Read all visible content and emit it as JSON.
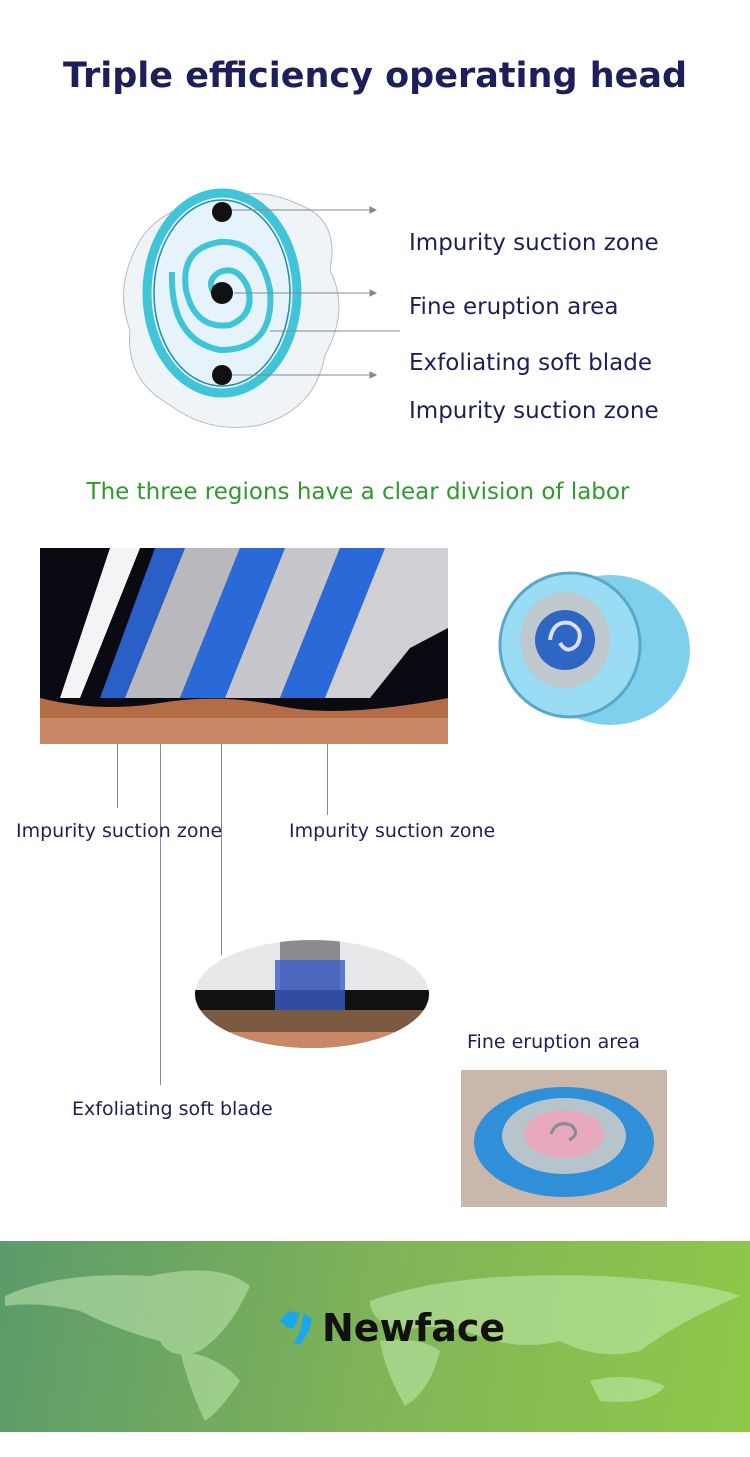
{
  "title": "Triple efficiency operating head",
  "diagram_labels": [
    "Impurity suction zone",
    "Fine eruption area",
    "Exfoliating soft blade",
    "Impurity suction zone"
  ],
  "subtitle": "The three regions have a clear division of labor",
  "cross_section_labels": {
    "left": "Impurity suction zone",
    "right": "Impurity suction zone",
    "blade": "Exfoliating soft blade",
    "eruption": "Fine eruption area"
  },
  "footer": {
    "brand": "Newface"
  },
  "colors": {
    "title": "#1c1f5a",
    "subtitle": "#2e9a2c",
    "accent": "#3fc4d8"
  }
}
